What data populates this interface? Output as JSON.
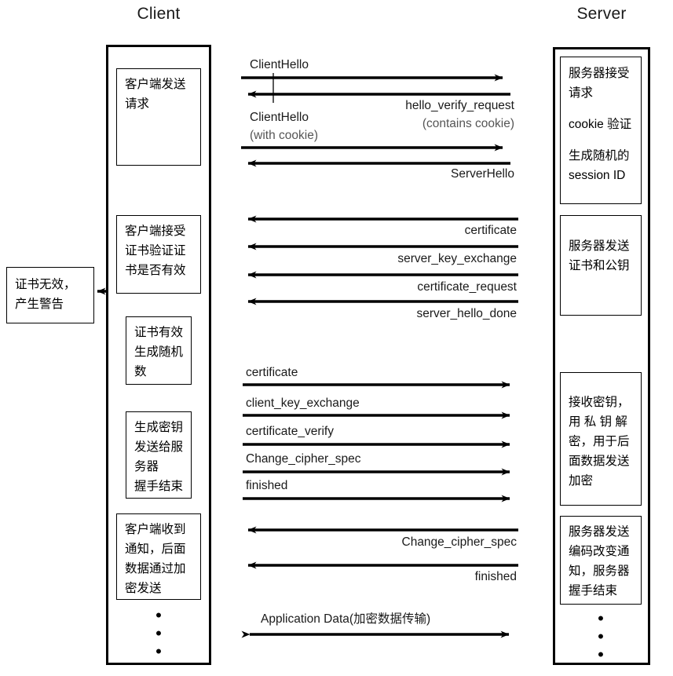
{
  "diagram": {
    "title_client": "Client",
    "title_server": "Server",
    "dots_glyph": "•"
  },
  "client": {
    "boxes": [
      {
        "name": "client-send-request",
        "lines": [
          "客户端发送",
          "请求"
        ]
      },
      {
        "name": "client-verify-certificate",
        "lines": [
          "客户端接受",
          "证书验证证",
          "书是否有效"
        ]
      },
      {
        "name": "client-certificate-valid",
        "lines": [
          "证书有效",
          "生成随机",
          "数"
        ]
      },
      {
        "name": "client-generate-key",
        "lines": [
          "生成密钥",
          "发送给服",
          "务器",
          "握手结束"
        ]
      },
      {
        "name": "client-received-notice",
        "lines": [
          "客户端收到",
          "通知，后面",
          "数据通过加",
          "密发送"
        ]
      }
    ],
    "alert_box": {
      "name": "certificate-invalid-alert",
      "lines": [
        "证书无效，",
        "产生警告"
      ]
    }
  },
  "server": {
    "boxes": [
      {
        "name": "server-accept-request",
        "lines": [
          "服务器接受",
          "请求",
          "",
          "cookie 验证",
          "",
          "生成随机的",
          "session ID"
        ]
      },
      {
        "name": "server-send-certificate",
        "lines": [
          "服务器发送",
          "证书和公钥"
        ]
      },
      {
        "name": "server-receive-key",
        "lines": [
          "接收密钥，",
          "用 私 钥 解",
          "密，用于后",
          "面数据发送",
          "加密"
        ]
      },
      {
        "name": "server-cipher-change-notice",
        "lines": [
          "服务器发送",
          "编码改变通",
          "知，服务器",
          "握手结束"
        ]
      }
    ]
  },
  "messages": [
    {
      "name": "msg-client-hello",
      "label": "ClientHello",
      "sub": "",
      "direction": "right",
      "align": "left"
    },
    {
      "name": "msg-hello-verify-request",
      "label": "hello_verify_request",
      "sub": "(contains cookie)",
      "direction": "left",
      "align": "right"
    },
    {
      "name": "msg-client-hello-with-cookie",
      "label": "ClientHello",
      "sub": "(with cookie)",
      "direction": "right",
      "align": "left"
    },
    {
      "name": "msg-server-hello",
      "label": "ServerHello",
      "sub": "",
      "direction": "left",
      "align": "right"
    },
    {
      "name": "msg-certificate-down",
      "label": "certificate",
      "sub": "",
      "direction": "left",
      "align": "right"
    },
    {
      "name": "msg-server-key-exchange",
      "label": "server_key_exchange",
      "sub": "",
      "direction": "left",
      "align": "right"
    },
    {
      "name": "msg-certificate-request",
      "label": "certificate_request",
      "sub": "",
      "direction": "left",
      "align": "right"
    },
    {
      "name": "msg-server-hello-done",
      "label": "server_hello_done",
      "sub": "",
      "direction": "left",
      "align": "right"
    },
    {
      "name": "msg-certificate-up",
      "label": "certificate",
      "sub": "",
      "direction": "right",
      "align": "left"
    },
    {
      "name": "msg-client-key-exchange",
      "label": "client_key_exchange",
      "sub": "",
      "direction": "right",
      "align": "left"
    },
    {
      "name": "msg-certificate-verify",
      "label": "certificate_verify",
      "sub": "",
      "direction": "right",
      "align": "left"
    },
    {
      "name": "msg-change-cipher-spec-up",
      "label": "Change_cipher_spec",
      "sub": "",
      "direction": "right",
      "align": "left"
    },
    {
      "name": "msg-finished-up",
      "label": "finished",
      "sub": "",
      "direction": "right",
      "align": "left"
    },
    {
      "name": "msg-change-cipher-spec-down",
      "label": "Change_cipher_spec",
      "sub": "",
      "direction": "left",
      "align": "right"
    },
    {
      "name": "msg-finished-down",
      "label": "finished",
      "sub": "",
      "direction": "left",
      "align": "right"
    },
    {
      "name": "msg-application-data",
      "label": "Application Data(加密数据传输)",
      "sub": "",
      "direction": "both",
      "align": "left"
    }
  ],
  "colors": {
    "stroke": "#000000",
    "text": "#1a1a1a",
    "muted": "#555555",
    "background": "#ffffff"
  }
}
